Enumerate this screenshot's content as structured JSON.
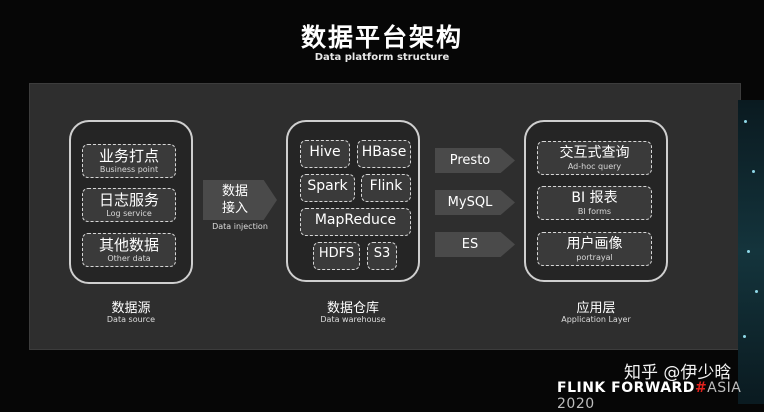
{
  "title": "数据平台架构",
  "subtitle": "Data platform structure",
  "source_group": {
    "items": [
      {
        "cn": "业务打点",
        "en": "Business point"
      },
      {
        "cn": "日志服务",
        "en": "Log service"
      },
      {
        "cn": "其他数据",
        "en": "Other data"
      }
    ],
    "label_cn": "数据源",
    "label_en": "Data source"
  },
  "injection_arrow": {
    "line1": "数据",
    "line2": "接入",
    "en": "Data injection"
  },
  "warehouse_group": {
    "items": [
      "Hive",
      "HBase",
      "Spark",
      "Flink",
      "MapReduce",
      "HDFS",
      "S3"
    ],
    "label_cn": "数据仓库",
    "label_en": "Data warehouse"
  },
  "query_arrows": [
    "Presto",
    "MySQL",
    "ES"
  ],
  "app_group": {
    "items": [
      {
        "cn": "交互式查询",
        "en": "Ad-hoc query"
      },
      {
        "cn": "BI 报表",
        "en": "BI forms"
      },
      {
        "cn": "用户画像",
        "en": "portrayal"
      }
    ],
    "label_cn": "应用层",
    "label_en": "Application Layer"
  },
  "watermark": "知乎 @伊少晗",
  "footer": {
    "part1": "FLINK FORWARD",
    "hash": "#",
    "part2": "ASIA 2020"
  },
  "colors": {
    "background": "#060606",
    "panel": "#2e2e2e",
    "box": "#3a3a3a",
    "arrow": "#4a4a4a",
    "hash_accent": "#e2211c"
  }
}
